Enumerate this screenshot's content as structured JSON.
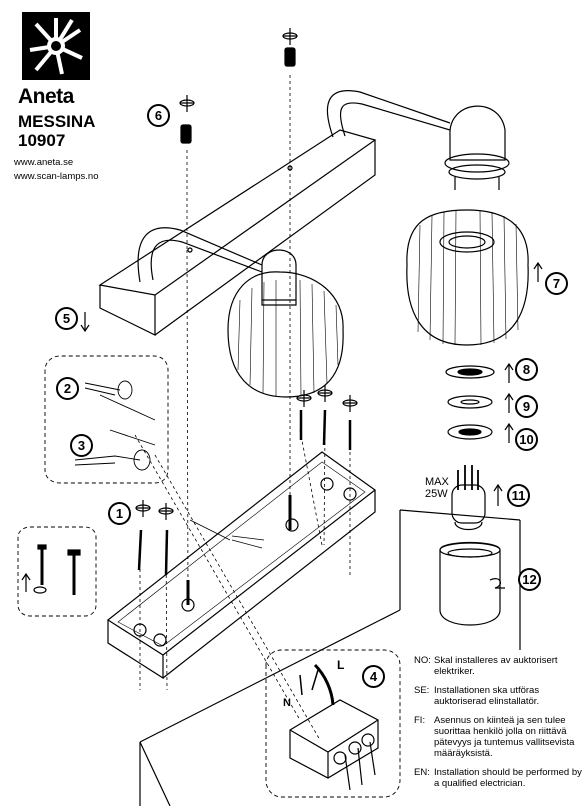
{
  "brand": {
    "name": "Aneta",
    "model_name": "MESSINA",
    "model_number": "10907",
    "urls": [
      "www.aneta.se",
      "www.scan-lamps.no"
    ]
  },
  "steps": [
    "1",
    "2",
    "3",
    "4",
    "5",
    "6",
    "7",
    "8",
    "9",
    "10",
    "11",
    "12"
  ],
  "bulb": {
    "max_line1": "MAX",
    "max_line2": "25W"
  },
  "wiring": {
    "n_label": "N",
    "l_label": "L"
  },
  "notes": [
    {
      "code": "NO:",
      "text": "Skal installeres av auktorisert elektriker."
    },
    {
      "code": "SE:",
      "text": "Installationen ska utföras auktoriserad elinstallatör."
    },
    {
      "code": "FI:",
      "text": "Asennus on kiinteä ja sen tulee suorittaa henkilö jolla on riittävä pätevyys ja tuntemus vallitsevista määräyksistä."
    },
    {
      "code": "EN:",
      "text": "Installation should be performed by a qualified electrician."
    }
  ],
  "colors": {
    "ink": "#000000",
    "paper": "#ffffff"
  },
  "icons": [
    "aneta-logo-icon",
    "screwdriver-icon",
    "arrow-up-icon",
    "arrow-down-icon",
    "rotate-icon"
  ]
}
